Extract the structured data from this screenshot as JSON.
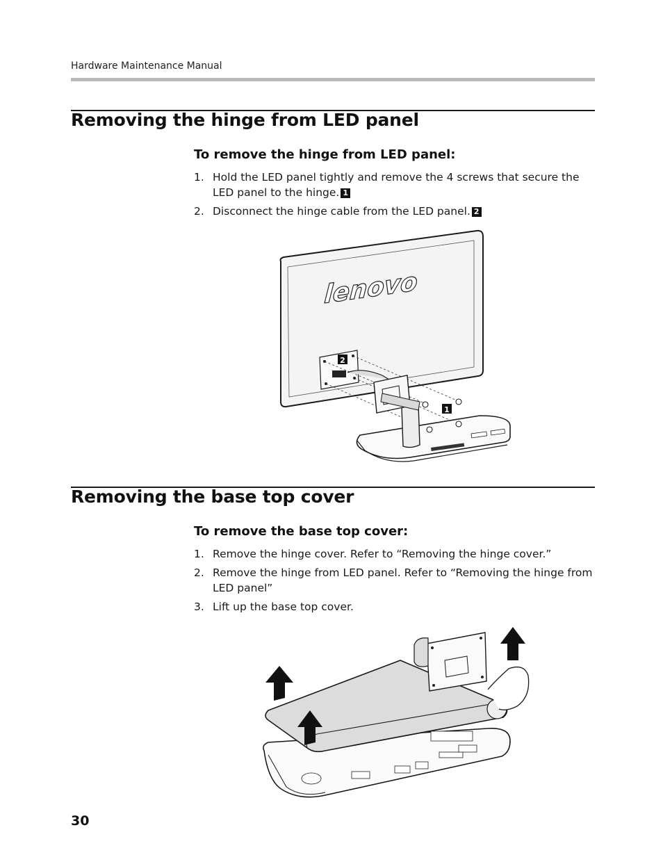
{
  "header": {
    "running_title": "Hardware Maintenance Manual"
  },
  "section1": {
    "title": "Removing the hinge from LED panel",
    "subtitle": "To remove the hinge from LED panel:",
    "steps": [
      {
        "num": "1.",
        "text": "Hold the LED panel tightly and remove the 4 screws that secure the LED panel to the hinge.",
        "badge": "1"
      },
      {
        "num": "2.",
        "text": "Disconnect the hinge cable from the LED panel.",
        "badge": "2"
      }
    ],
    "figure": {
      "logo_text": "lenovo",
      "callouts": [
        "2",
        "1"
      ]
    }
  },
  "section2": {
    "title": "Removing the base top cover",
    "subtitle": "To remove the base top cover:",
    "steps": [
      {
        "num": "1.",
        "text": "Remove the hinge cover. Refer to “Removing the hinge cover.”"
      },
      {
        "num": "2.",
        "text": "Remove the hinge from LED panel. Refer to “Removing the hinge from LED panel”"
      },
      {
        "num": "3.",
        "text": "Lift up the base top cover."
      }
    ]
  },
  "footer": {
    "page_number": "30"
  }
}
